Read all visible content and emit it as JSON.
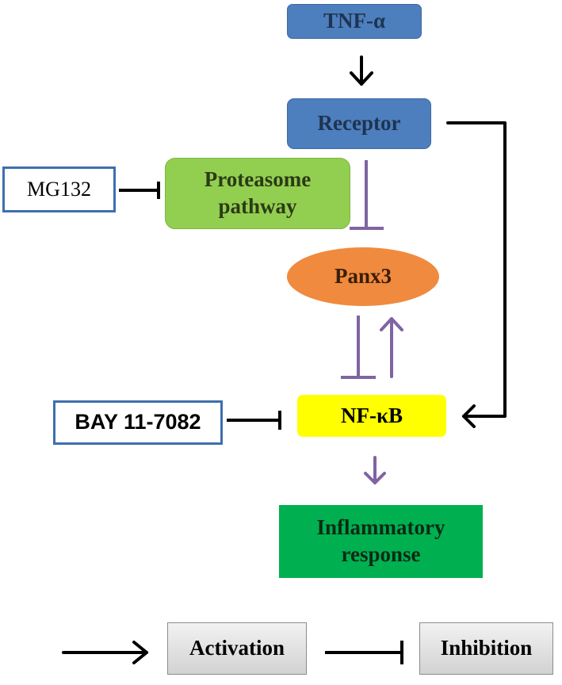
{
  "nodes": {
    "tnf": "TNF-α",
    "receptor": "Receptor",
    "proteasome": "Proteasome pathway",
    "mg132": "MG132",
    "panx3": "Panx3",
    "nfkb": "NF-κB",
    "bay": "BAY 11-7082",
    "inflammatory": "Inflammatory response"
  },
  "legend": {
    "activation": "Activation",
    "inhibition": "Inhibition"
  },
  "colors": {
    "blue_node": "#4d7ebd",
    "green_node": "#92cf50",
    "orange_node": "#f08a3e",
    "yellow_node": "#ffff00",
    "dark_green_node": "#00b050",
    "purple_link": "#8064a2",
    "black_link": "#000000"
  }
}
